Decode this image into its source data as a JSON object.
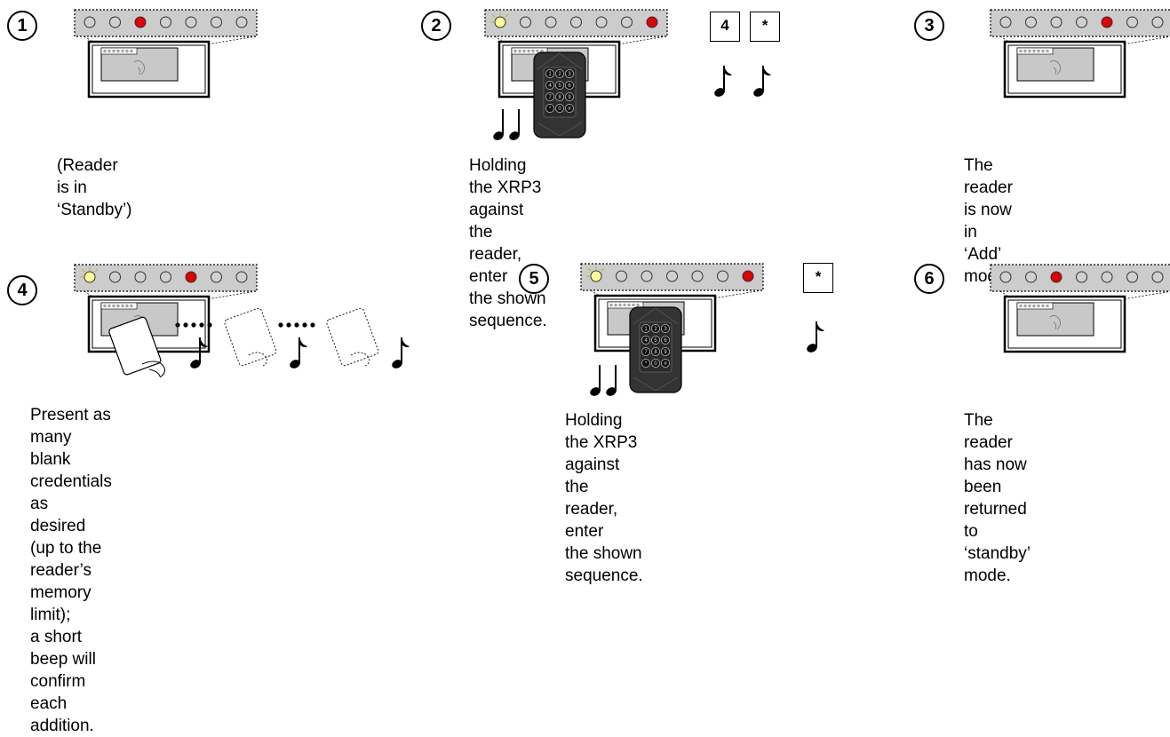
{
  "steps": [
    {
      "number": "1",
      "caption_lines": [
        "(Reader is in ‘Standby’)"
      ],
      "red_led": 3,
      "yellow_led": false
    },
    {
      "number": "2",
      "caption_lines": [
        "Holding the XRP3",
        "against the reader, enter",
        "the shown sequence."
      ],
      "keys": [
        "4",
        "*"
      ],
      "red_led": 7,
      "yellow_led": true
    },
    {
      "number": "3",
      "caption_lines": [
        "The reader is now in",
        "‘Add’ mode."
      ],
      "red_led": 5,
      "yellow_led": false
    },
    {
      "number": "4",
      "caption_lines": [
        "Present as many blank credentials as",
        "desired (up to the reader’s memory limit);",
        "a short beep will confirm each addition."
      ],
      "red_led": 5,
      "yellow_led": true
    },
    {
      "number": "5",
      "caption_lines": [
        "Holding the XRP3",
        "against the reader, enter",
        "the shown sequence."
      ],
      "keys": [
        "*"
      ],
      "red_led": 7,
      "yellow_led": true
    },
    {
      "number": "6",
      "caption_lines": [
        "The reader has now",
        "been returned to",
        "‘standby’ mode."
      ],
      "red_led": 3,
      "yellow_led": false
    }
  ],
  "keypad_digits": [
    "1",
    "2",
    "3",
    "4",
    "5",
    "6",
    "7",
    "8",
    "9",
    "*",
    "0",
    "#"
  ],
  "colors": {
    "led_red": "#e00000",
    "led_yellow": "#ffff99",
    "panel_gray": "#cccccc",
    "keypad_body": "#333333"
  }
}
